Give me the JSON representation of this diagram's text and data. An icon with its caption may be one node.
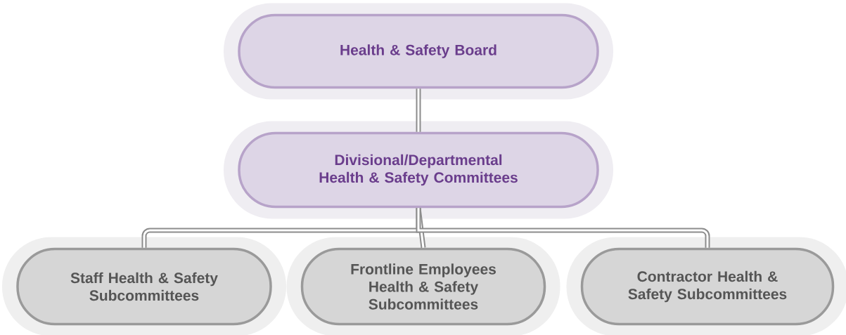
{
  "diagram": {
    "nodes": [
      {
        "text": [
          "Health & Safety Board"
        ]
      },
      {
        "text": [
          "Divisional/Departmental Health & Safety Committees"
        ]
      },
      {
        "text": [
          "Staff Health & Safety Subcommittees"
        ]
      },
      {
        "text": [
          "Frontline Employees Health & Safety Subcommittees"
        ]
      },
      {
        "text": [
          "Contractor Health & Safety Subcommittees"
        ]
      }
    ],
    "edges": [
      {
        "from": 0,
        "to": 1,
        "arrow": "none"
      },
      {
        "from": 1,
        "to": 2,
        "arrow": "none"
      },
      {
        "from": 1,
        "to": 3,
        "arrow": "none"
      },
      {
        "from": 1,
        "to": 4,
        "arrow": "none"
      }
    ]
  }
}
